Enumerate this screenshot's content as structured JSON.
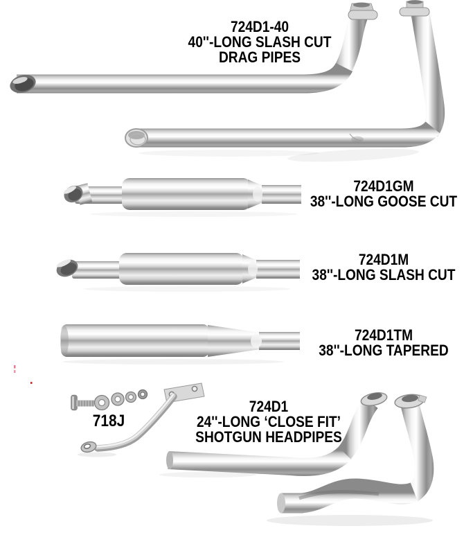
{
  "catalog": {
    "products": [
      {
        "part_number": "724D1-40",
        "descriptions": [
          "40''-LONG SLASH CUT",
          "DRAG PIPES"
        ]
      },
      {
        "part_number": "724D1GM",
        "descriptions": [
          "38''-LONG GOOSE CUT"
        ]
      },
      {
        "part_number": "724D1M",
        "descriptions": [
          "38''-LONG SLASH CUT"
        ]
      },
      {
        "part_number": "724D1TM",
        "descriptions": [
          "38''-LONG TAPERED"
        ]
      },
      {
        "part_number": "724D1",
        "descriptions": [
          "24''-LONG ‘CLOSE FIT’",
          "SHOTGUN HEADPIPES"
        ]
      },
      {
        "part_number": "718J",
        "descriptions": []
      }
    ]
  },
  "colors": {
    "background": "#ffffff",
    "text": "#000000",
    "chrome_highlight": "#ffffff",
    "chrome_mid": "#c6c6c6",
    "chrome_dark": "#7b7b7b",
    "artifact_pink": "#e87a95",
    "artifact_red": "#cc3333"
  }
}
